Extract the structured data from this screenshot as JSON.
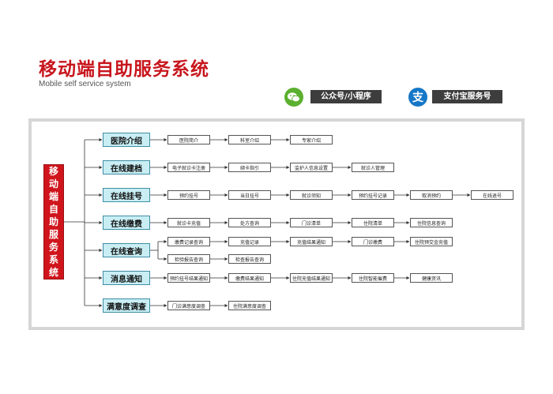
{
  "header": {
    "title": "移动端自助服务系统",
    "subtitle": "Mobile self service system"
  },
  "badges": [
    {
      "label": "公众号/小程序",
      "icon": "wechat-icon",
      "color": "#5bb02f"
    },
    {
      "label": "支付宝服务号",
      "icon": "alipay-icon",
      "color": "#1677c7"
    }
  ],
  "diagram": {
    "root": {
      "chars": [
        "移",
        "动",
        "端",
        "自",
        "助",
        "服",
        "务",
        "系",
        "统"
      ]
    },
    "categories": [
      {
        "label": "医院介绍",
        "rows": [
          [
            "医院简介",
            "科室介绍",
            "专家介绍"
          ]
        ]
      },
      {
        "label": "在线建档",
        "rows": [
          [
            "电子就诊卡注册",
            "绑卡指引",
            "监护人信息设置",
            "就诊人管理"
          ]
        ]
      },
      {
        "label": "在线挂号",
        "rows": [
          [
            "预约挂号",
            "当日挂号",
            "就诊须知",
            "预约挂号记录",
            "取消预约",
            "在线退号"
          ]
        ]
      },
      {
        "label": "在线缴费",
        "rows": [
          [
            "就诊卡充值",
            "处方查询",
            "门诊清单",
            "住院清单",
            "住院信息查询"
          ]
        ]
      },
      {
        "label": "在线查询",
        "rows": [
          [
            "缴费记录查询",
            "充值记录",
            "充值结果通知",
            "门诊缴费",
            "住院预交金充值"
          ],
          [
            "检验报告查询",
            "检查报告查询"
          ]
        ]
      },
      {
        "label": "消息通知",
        "rows": [
          [
            "预约挂号结果通知",
            "缴费结果通知",
            "住院充值结果通知",
            "住院智能催费",
            "健康资讯"
          ]
        ]
      },
      {
        "label": "满意度调查",
        "rows": [
          [
            "门诊满意度调查",
            "住院满意度调查"
          ]
        ]
      }
    ]
  }
}
